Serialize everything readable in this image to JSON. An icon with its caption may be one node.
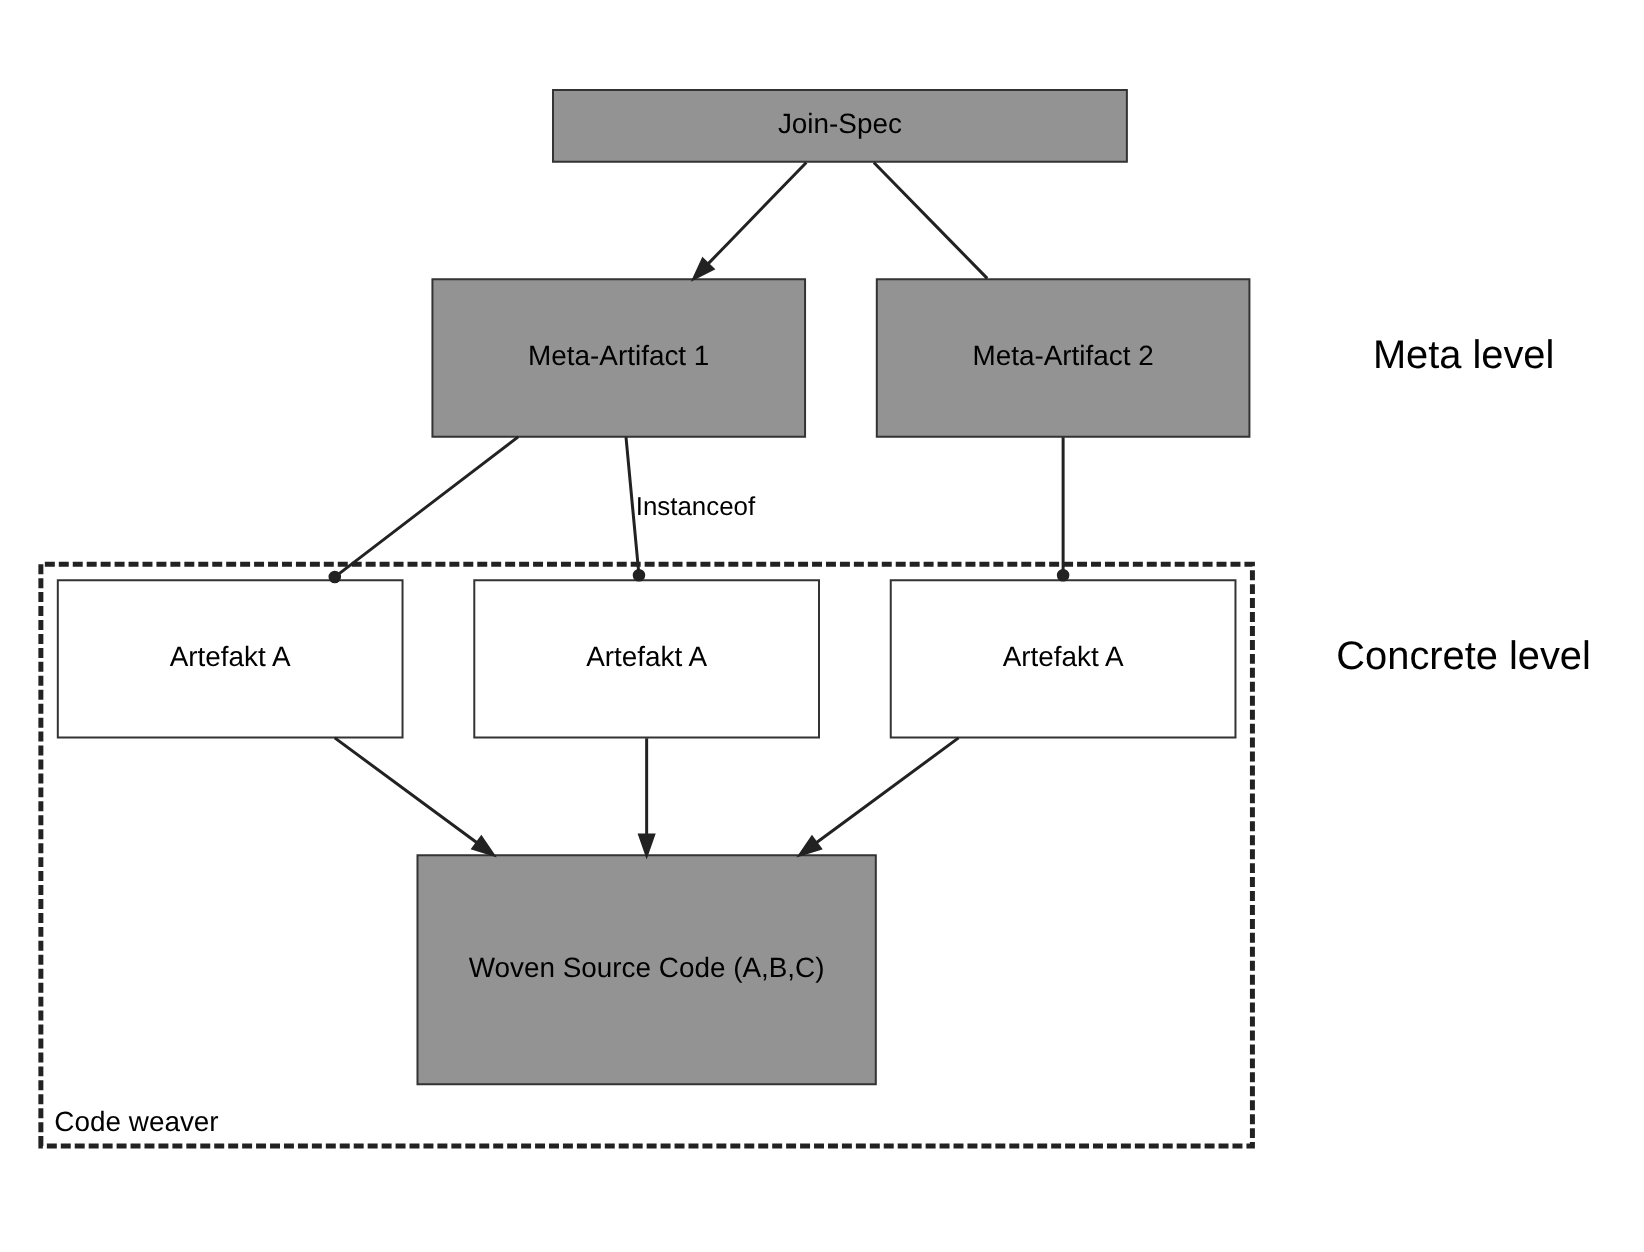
{
  "diagram": {
    "nodes": [
      {
        "text": [
          "Join-Spec"
        ]
      },
      {
        "text": [
          "Meta-Artifact 1"
        ]
      },
      {
        "text": [
          "Meta-Artifact 2"
        ]
      },
      {
        "text": [
          "Code weaver"
        ]
      },
      {
        "text": [
          "Artefakt A"
        ],
        "in": 3
      },
      {
        "text": [
          "Artefakt A"
        ],
        "in": 3
      },
      {
        "text": [
          "Artefakt A"
        ],
        "in": 3
      },
      {
        "text": [
          "Woven Source Code (A,B,C)"
        ],
        "in": 3
      }
    ],
    "edges": [
      {
        "from": 0,
        "to": 1,
        "arrow": "to"
      },
      {
        "from": 0,
        "to": 2,
        "arrow": "none"
      },
      {
        "from": 1,
        "to": 4,
        "arrow": "other"
      },
      {
        "from": 1,
        "to": 5,
        "arrow": "other",
        "label": "Instanceof"
      },
      {
        "from": 2,
        "to": 6,
        "arrow": "other"
      },
      {
        "from": 4,
        "to": 7,
        "arrow": "to"
      },
      {
        "from": 5,
        "to": 7,
        "arrow": "to"
      },
      {
        "from": 6,
        "to": 7,
        "arrow": "to"
      }
    ],
    "labels": [
      "Meta level",
      "Concrete level"
    ]
  }
}
